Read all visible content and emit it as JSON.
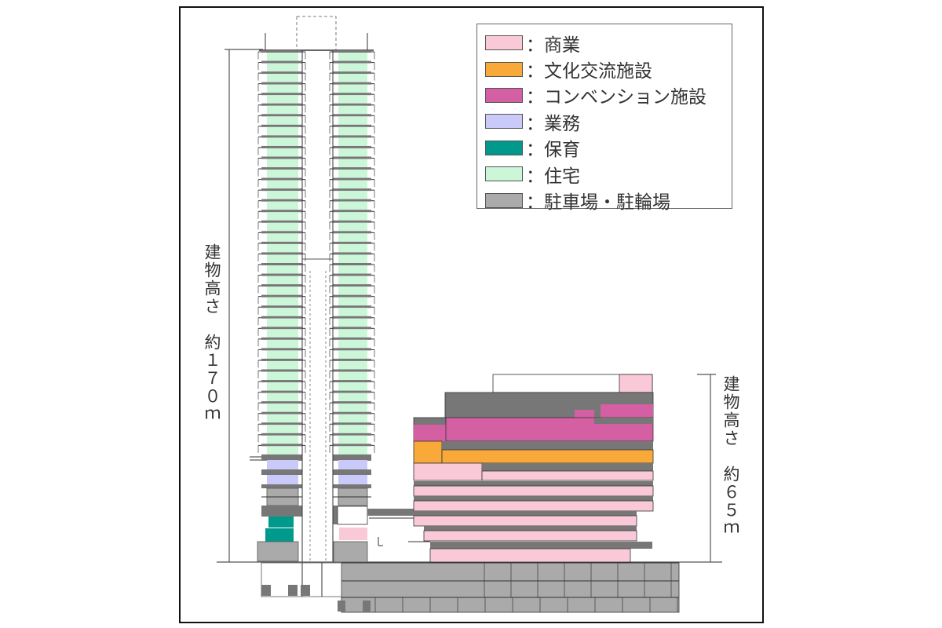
{
  "legend": [
    {
      "label": "：商業",
      "color": "#f9c9d7"
    },
    {
      "label": "：文化交流施設",
      "color": "#f8a93a"
    },
    {
      "label": "：コンベンション施設",
      "color": "#d45fa2"
    },
    {
      "label": "：業務",
      "color": "#c9c9fa"
    },
    {
      "label": "：保育",
      "color": "#009a8c"
    },
    {
      "label": "：住宅",
      "color": "#ccf6d8"
    },
    {
      "label": "：駐車場・駐輪場",
      "color": "#aaaaaa"
    }
  ],
  "dimensions": {
    "tower_height": "建物高さ　約１７０ｍ",
    "podium_height": "建物高さ　約６５ｍ"
  }
}
